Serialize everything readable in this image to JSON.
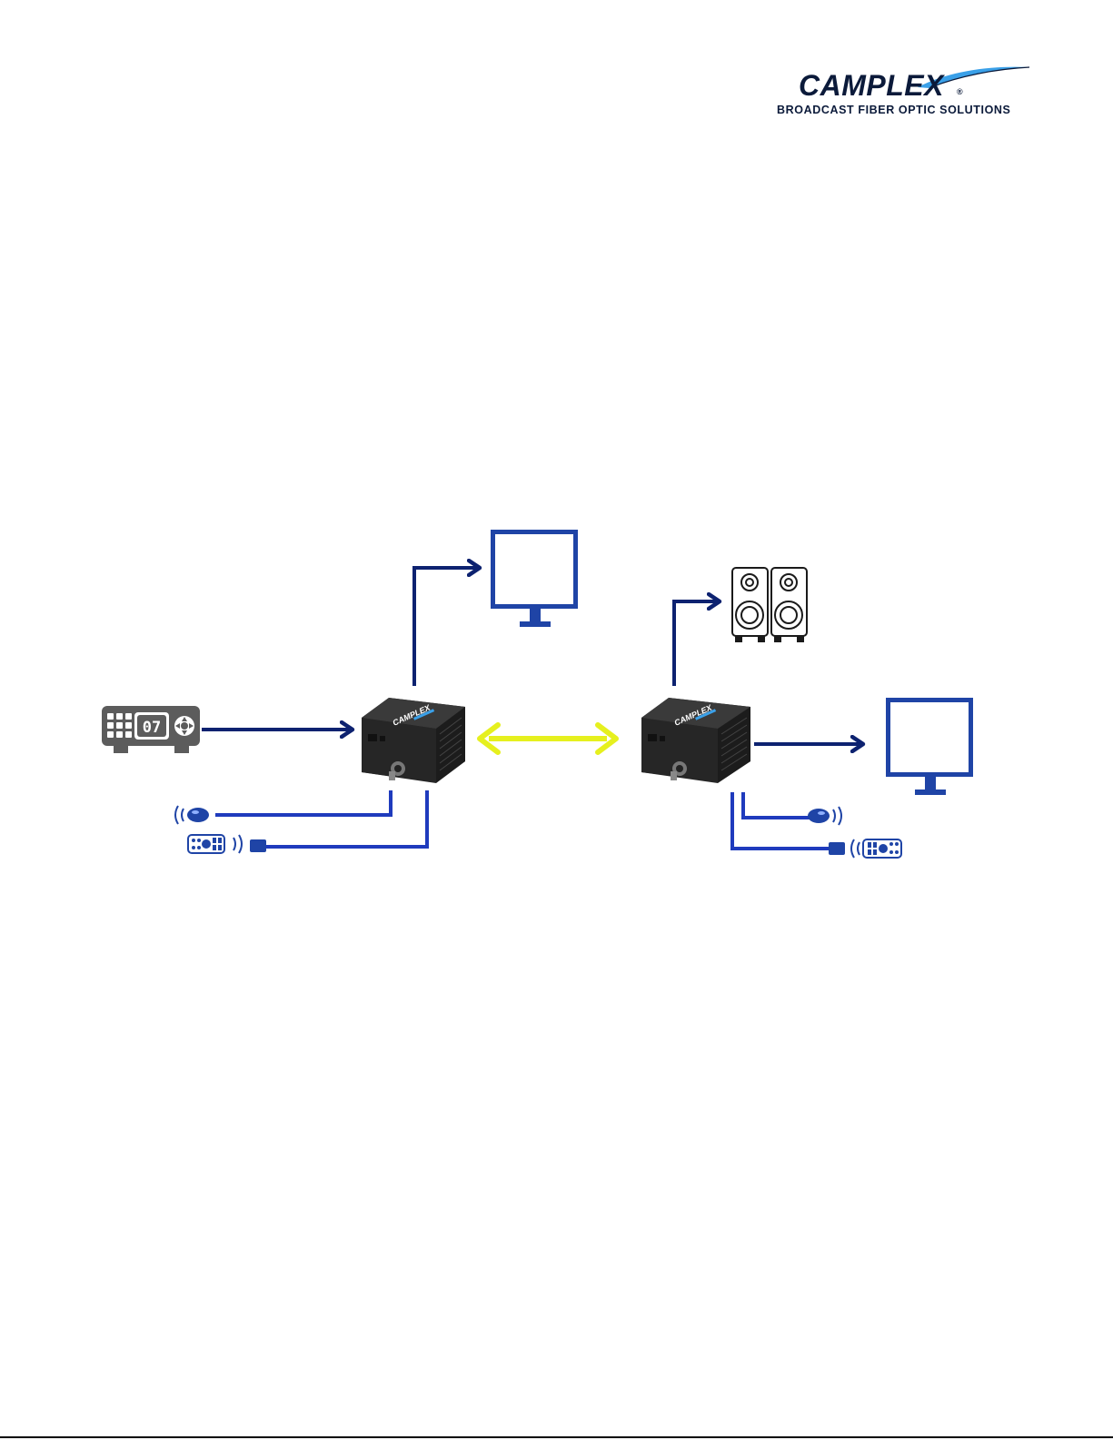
{
  "logo": {
    "wordmark": "CAMPLEX",
    "registered": "®",
    "tagline": "BROADCAST FIBER OPTIC SOLUTIONS"
  },
  "colors": {
    "signal_dark": "#0d2270",
    "signal_mid": "#1f3bbd",
    "fiber": "#e6f01e",
    "device_gray": "#5c5c5c",
    "monitor_blue": "#1f44a6",
    "converter_body": "#222222",
    "brand_navy": "#0b1a3a",
    "swoosh_blue": "#3aa0e8"
  },
  "diagram": {
    "left_unit": {
      "brand": "CAMPLEX"
    },
    "right_unit": {
      "brand": "CAMPLEX"
    },
    "source_display": "07",
    "icons": [
      "hdmi-source-device-icon",
      "monitor-icon",
      "speakers-icon",
      "ir-emitter-icon",
      "ir-receiver-icon",
      "remote-control-icon",
      "fiber-link-arrow"
    ]
  }
}
